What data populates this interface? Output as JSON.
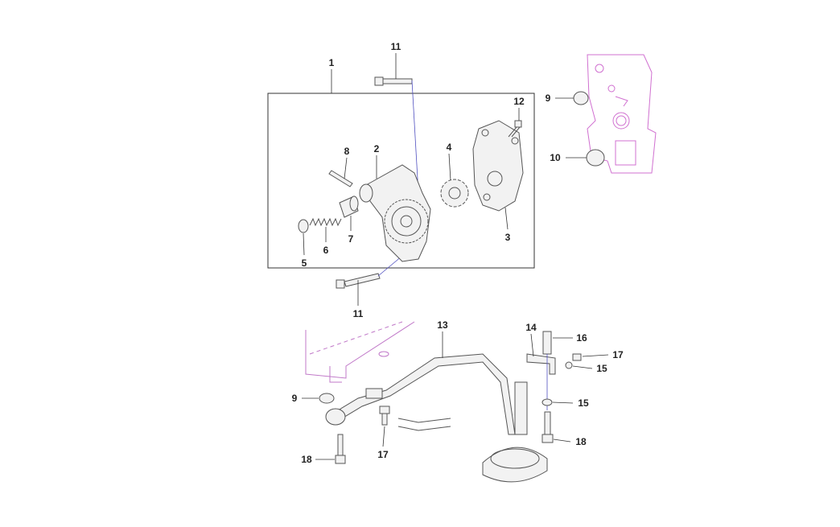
{
  "diagram": {
    "title": "Oil pump assembly exploded view",
    "callouts": {
      "c1": "1",
      "c11a": "11",
      "c12": "12",
      "c9a": "9",
      "c10": "10",
      "c8": "8",
      "c2": "2",
      "c4": "4",
      "c3": "3",
      "c5": "5",
      "c6": "6",
      "c7": "7",
      "c11b": "11",
      "c13": "13",
      "c14": "14",
      "c16": "16",
      "c17a": "17",
      "c15a": "15",
      "c15b": "15",
      "c18a": "18",
      "c9b": "9",
      "c17b": "17",
      "c18b": "18"
    }
  }
}
